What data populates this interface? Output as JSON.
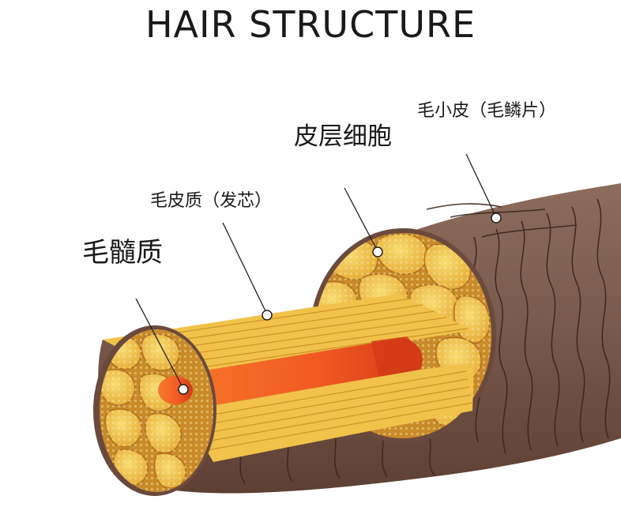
{
  "title": "HAIR STRUCTURE",
  "labels": {
    "cuticle": "毛小皮（毛鳞片）",
    "cortex_cells": "皮层细胞",
    "cortex": "毛皮质（发芯）",
    "medulla": "毛髓质"
  },
  "colors": {
    "cuticle_brown": "#7a5a4c",
    "cortex_gold": "#e9b13a",
    "cortex_light": "#f5d56a",
    "medulla_orange": "#f15a22",
    "medulla_red": "#d23a17"
  }
}
